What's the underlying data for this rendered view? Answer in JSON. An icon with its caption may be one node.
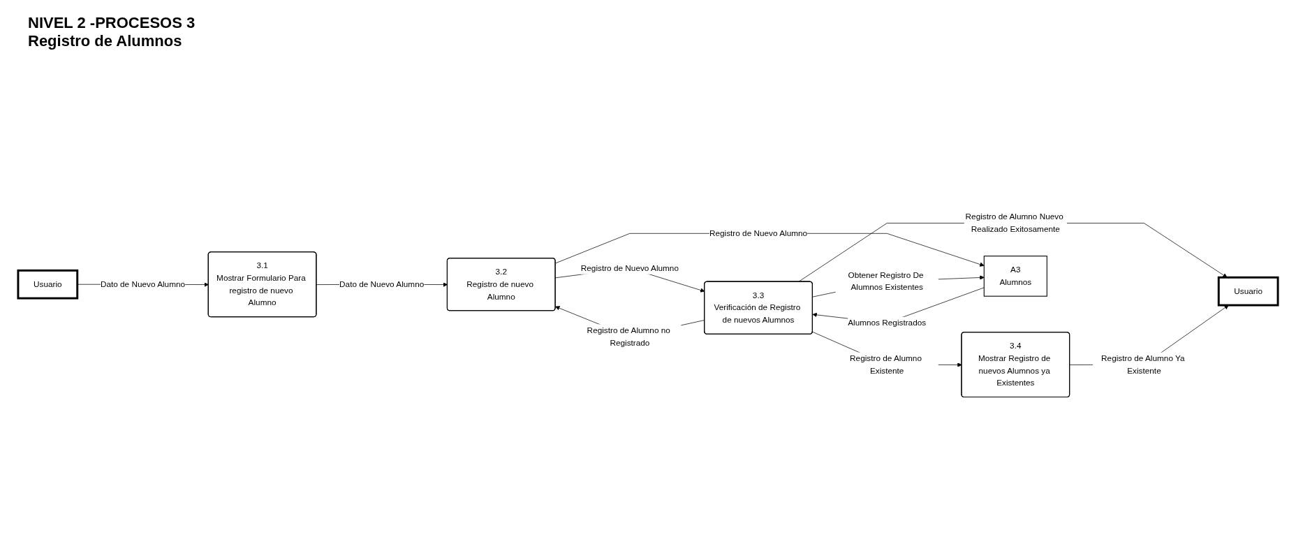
{
  "diagram": {
    "title": "NIVEL 2 -PROCESOS 3 Registro de Alumnos",
    "nodes": [
      {
        "text": [
          "Usuario"
        ]
      },
      {
        "text": [
          "3.1",
          "Mostrar Formulario Para registro de nuevo Alumno"
        ]
      },
      {
        "text": [
          "3.2",
          "Registro de nuevo Alumno"
        ]
      },
      {
        "text": [
          "3.3",
          "Verificación de Registro de nuevos Alumnos"
        ]
      },
      {
        "text": [
          "3.4",
          "Mostrar Registro de nuevos Alumnos ya Existentes"
        ]
      },
      {
        "text": [
          "A3",
          "Alumnos"
        ]
      },
      {
        "text": [
          "Usuario"
        ]
      }
    ],
    "edges": [
      {
        "from": 0,
        "to": 1,
        "arrow": "to",
        "label": "Dato de Nuevo Alumno"
      },
      {
        "from": 1,
        "to": 2,
        "arrow": "to",
        "label": "Dato de Nuevo Alumno"
      },
      {
        "from": 2,
        "to": 3,
        "arrow": "to",
        "label": "Registro de Nuevo Alumno"
      },
      {
        "from": 3,
        "to": 2,
        "arrow": "to",
        "label": "Registro de Alumno no Registrado"
      },
      {
        "from": 3,
        "to": 4,
        "arrow": "to",
        "label": "Registro de Alumno Existente"
      },
      {
        "from": 2,
        "to": 5,
        "arrow": "to",
        "label": "Registro de Nuevo Alumno"
      },
      {
        "from": 3,
        "to": 5,
        "arrow": "to",
        "label": "Obtener Registro De Alumnos Existentes"
      },
      {
        "from": 5,
        "to": 3,
        "arrow": "to",
        "label": "Alumnos Registrados"
      },
      {
        "from": 3,
        "to": 6,
        "arrow": "to",
        "label": "Registro de Alumno Nuevo Realizado Exitosamente"
      },
      {
        "from": 4,
        "to": 6,
        "arrow": "to",
        "label": "Registro de Alumno Ya Existente"
      }
    ]
  }
}
